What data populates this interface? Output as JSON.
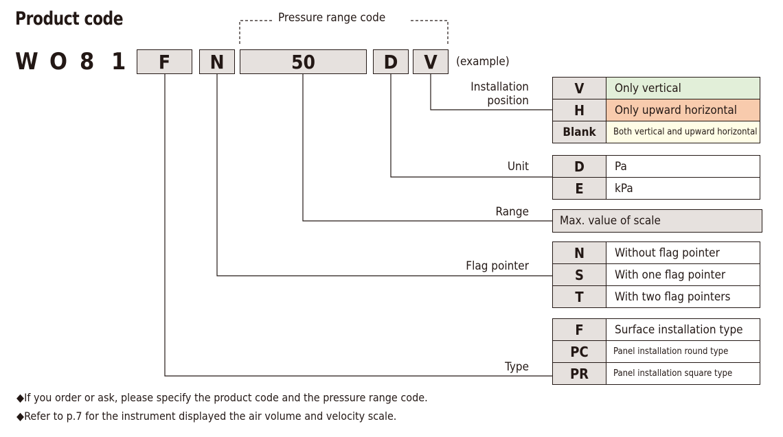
{
  "title": "Product code",
  "prefix": [
    "W",
    "O",
    "8",
    "1"
  ],
  "code_boxes": {
    "type": "F",
    "flag": "N",
    "range": "50",
    "unit": "D",
    "position": "V"
  },
  "example_label": "(example)",
  "pressure_range_label": "Pressure range code",
  "groups": {
    "installation": {
      "label_lines": [
        "Installation",
        "position"
      ],
      "rows": [
        {
          "code": "V",
          "desc": "Only vertical",
          "color": "#e2efd9"
        },
        {
          "code": "H",
          "desc": "Only upward horizontal",
          "color": "#f8cbad"
        },
        {
          "code": "Blank",
          "desc": "Both vertical and upward horizontal",
          "color": "#fffde6"
        }
      ]
    },
    "unit": {
      "label": "Unit",
      "rows": [
        {
          "code": "D",
          "desc": "Pa"
        },
        {
          "code": "E",
          "desc": "kPa"
        }
      ]
    },
    "range": {
      "label": "Range",
      "desc": "Max. value of scale"
    },
    "flag": {
      "label": "Flag pointer",
      "rows": [
        {
          "code": "N",
          "desc": "Without flag pointer"
        },
        {
          "code": "S",
          "desc": "With one flag pointer"
        },
        {
          "code": "T",
          "desc": "With two flag pointers"
        }
      ]
    },
    "type": {
      "label": "Type",
      "rows": [
        {
          "code": "F",
          "desc": "Surface installation type"
        },
        {
          "code": "PC",
          "desc": "Panel installation round type"
        },
        {
          "code": "PR",
          "desc": "Panel installation square type"
        }
      ]
    }
  },
  "notes": [
    "◆If you order or ask, please specify the product code and the pressure range code.",
    "◆Refer to p.7 for the instrument displayed the air volume and velocity scale."
  ]
}
